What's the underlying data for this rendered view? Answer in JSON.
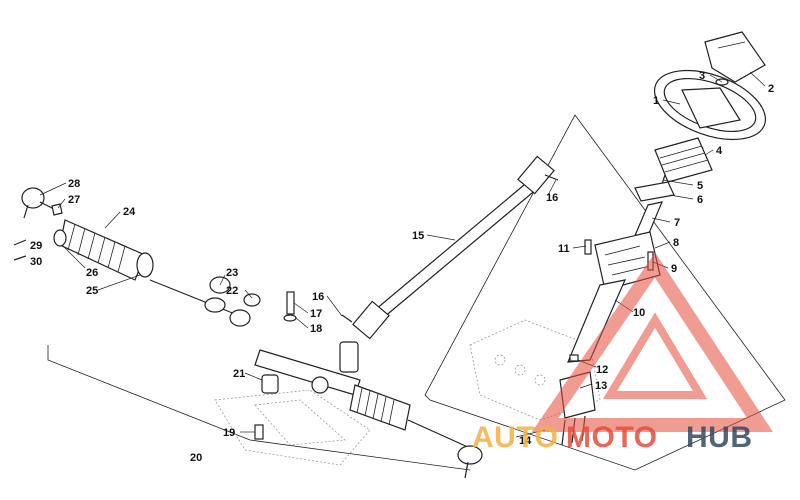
{
  "callouts": [
    {
      "id": "1",
      "label": "1"
    },
    {
      "id": "2",
      "label": "2"
    },
    {
      "id": "3",
      "label": "3"
    },
    {
      "id": "4",
      "label": "4"
    },
    {
      "id": "5",
      "label": "5"
    },
    {
      "id": "6",
      "label": "6"
    },
    {
      "id": "7",
      "label": "7"
    },
    {
      "id": "8",
      "label": "8"
    },
    {
      "id": "9",
      "label": "9"
    },
    {
      "id": "10",
      "label": "10"
    },
    {
      "id": "11",
      "label": "11"
    },
    {
      "id": "12",
      "label": "12"
    },
    {
      "id": "13",
      "label": "13"
    },
    {
      "id": "14",
      "label": "14"
    },
    {
      "id": "15",
      "label": "15"
    },
    {
      "id": "16a",
      "label": "16"
    },
    {
      "id": "16b",
      "label": "16"
    },
    {
      "id": "17",
      "label": "17"
    },
    {
      "id": "18",
      "label": "18"
    },
    {
      "id": "19",
      "label": "19"
    },
    {
      "id": "20",
      "label": "20"
    },
    {
      "id": "21",
      "label": "21"
    },
    {
      "id": "22",
      "label": "22"
    },
    {
      "id": "23",
      "label": "23"
    },
    {
      "id": "24",
      "label": "24"
    },
    {
      "id": "25",
      "label": "25"
    },
    {
      "id": "26",
      "label": "26"
    },
    {
      "id": "27",
      "label": "27"
    },
    {
      "id": "28",
      "label": "28"
    },
    {
      "id": "29",
      "label": "29"
    },
    {
      "id": "30",
      "label": "30"
    }
  ],
  "watermark": {
    "part1": "AUTO",
    "part2": "MOTO",
    "part3": "HUB",
    "color_primary": "#f5b041",
    "color_secondary": "#e74c3c",
    "color_tertiary": "#34495e"
  }
}
